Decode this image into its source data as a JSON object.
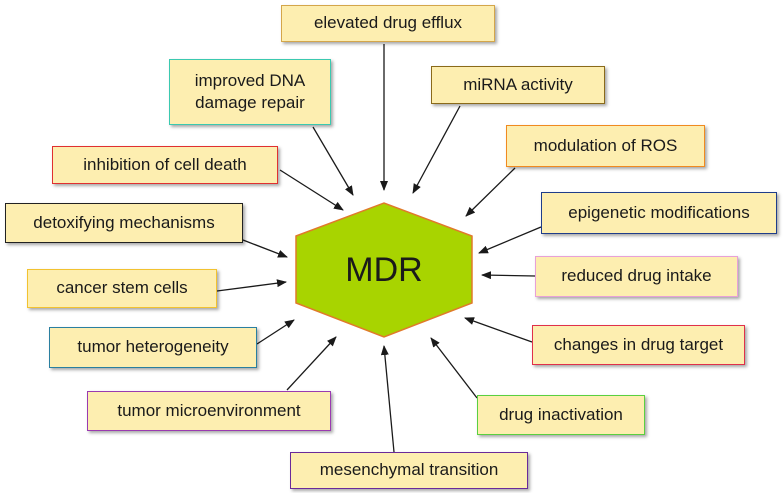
{
  "center": {
    "label": "MDR",
    "fill": "#a8d400",
    "stroke": "#e07a2a"
  },
  "box_fill": "#fdeeb0",
  "factors": [
    {
      "label": "elevated drug efflux",
      "border": "#d4a64a"
    },
    {
      "label": "improved DNA\ndamage repair",
      "border": "#3bc9b0"
    },
    {
      "label": "miRNA activity",
      "border": "#8a6a1a"
    },
    {
      "label": "inhibition of cell death",
      "border": "#e03030"
    },
    {
      "label": "modulation of ROS",
      "border": "#f08a20"
    },
    {
      "label": "detoxifying mechanisms",
      "border": "#222222"
    },
    {
      "label": "epigenetic modifications",
      "border": "#1f3d8a"
    },
    {
      "label": "cancer stem cells",
      "border": "#f2c230"
    },
    {
      "label": "reduced drug intake",
      "border": "#e8a0d8"
    },
    {
      "label": "tumor heterogeneity",
      "border": "#2a7fa0"
    },
    {
      "label": "changes in drug target",
      "border": "#e0304a"
    },
    {
      "label": "tumor microenvironment",
      "border": "#9a3ab0"
    },
    {
      "label": "drug inactivation",
      "border": "#5ad040"
    },
    {
      "label": "mesenchymal transition",
      "border": "#6a2a9a"
    }
  ]
}
